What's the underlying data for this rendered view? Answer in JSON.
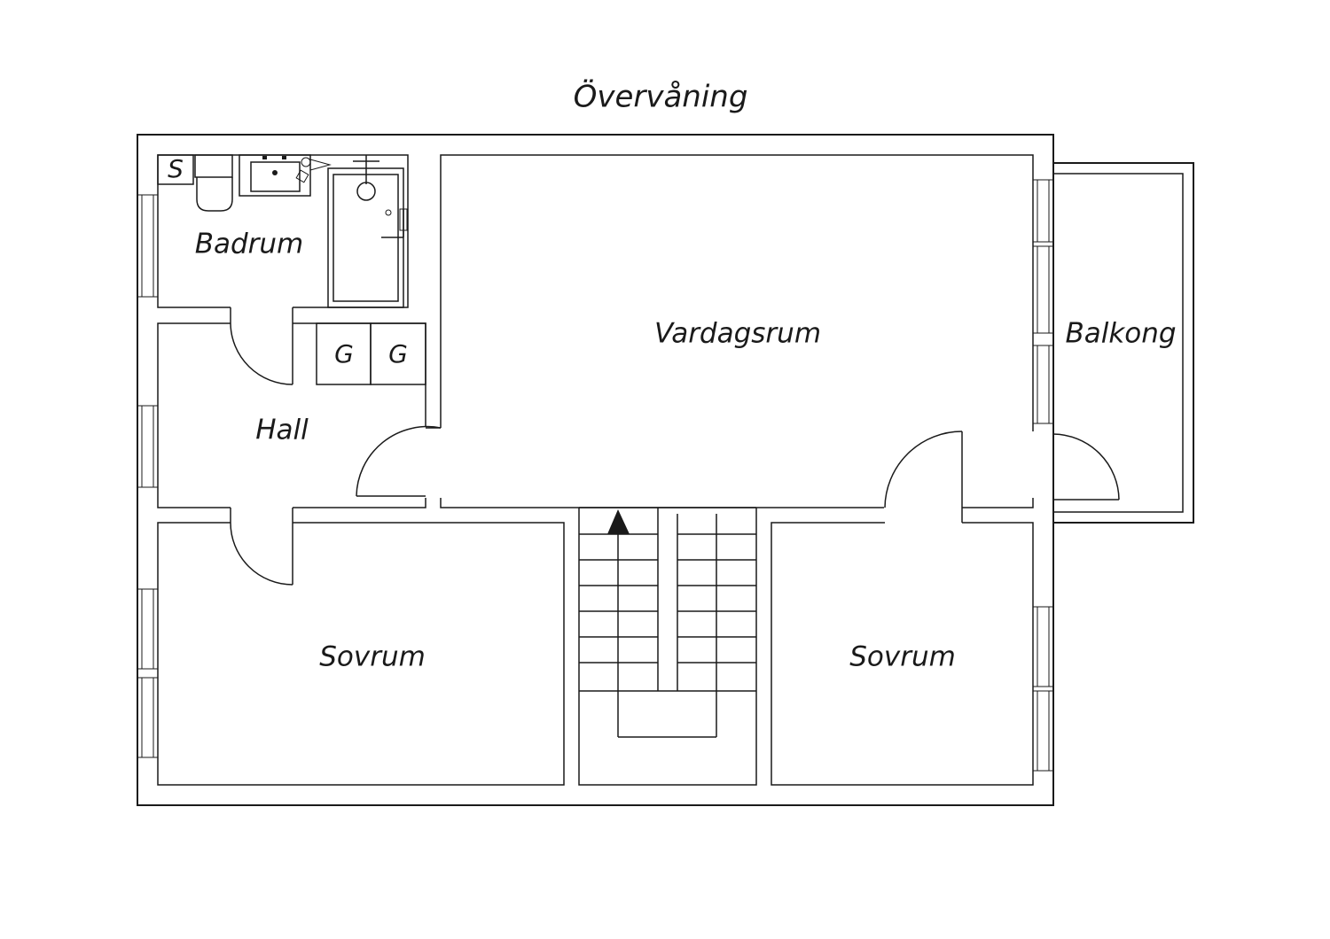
{
  "title": "Övervåning",
  "rooms": {
    "badrum": "Badrum",
    "hall": "Hall",
    "vardagsrum": "Vardagsrum",
    "balkong": "Balkong",
    "sovrum_left": "Sovrum",
    "sovrum_right": "Sovrum"
  },
  "closets": [
    "G",
    "G"
  ],
  "cabinet": "S",
  "stair_direction": "up",
  "colors": {
    "line": "#1a1a1a",
    "background": "#ffffff"
  }
}
